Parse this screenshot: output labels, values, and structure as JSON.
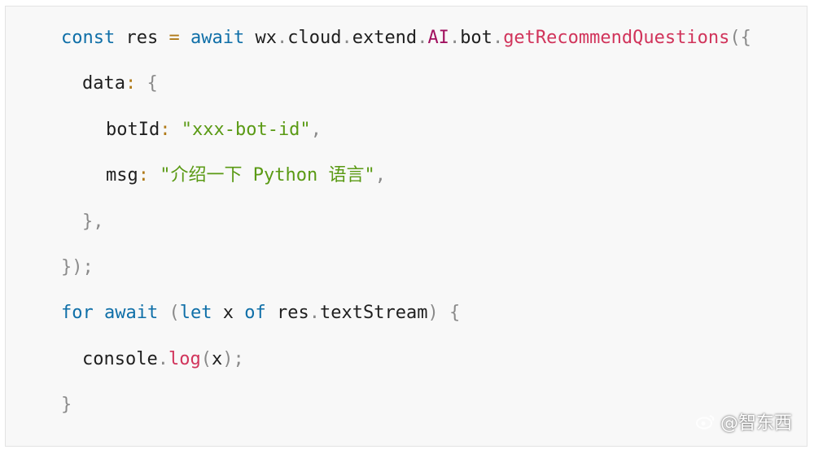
{
  "code": {
    "language": "javascript",
    "lines": [
      {
        "tokens": [
          {
            "t": "const",
            "c": "kw"
          },
          {
            "t": " ",
            "c": "id"
          },
          {
            "t": "res",
            "c": "id"
          },
          {
            "t": " ",
            "c": "id"
          },
          {
            "t": "=",
            "c": "op"
          },
          {
            "t": " ",
            "c": "id"
          },
          {
            "t": "await",
            "c": "kw"
          },
          {
            "t": " ",
            "c": "id"
          },
          {
            "t": "wx",
            "c": "id"
          },
          {
            "t": ".",
            "c": "pun"
          },
          {
            "t": "cloud",
            "c": "id"
          },
          {
            "t": ".",
            "c": "pun"
          },
          {
            "t": "extend",
            "c": "id"
          },
          {
            "t": ".",
            "c": "pun"
          },
          {
            "t": "AI",
            "c": "obj"
          },
          {
            "t": ".",
            "c": "pun"
          },
          {
            "t": "bot",
            "c": "id"
          },
          {
            "t": ".",
            "c": "pun"
          },
          {
            "t": "getRecommendQuestions",
            "c": "fn"
          },
          {
            "t": "({",
            "c": "pun"
          }
        ]
      },
      {
        "tokens": [
          {
            "t": "data",
            "c": "id"
          },
          {
            "t": ":",
            "c": "op"
          },
          {
            "t": " ",
            "c": "id"
          },
          {
            "t": "{",
            "c": "pun"
          }
        ]
      },
      {
        "tokens": [
          {
            "t": "botId",
            "c": "id"
          },
          {
            "t": ":",
            "c": "op"
          },
          {
            "t": " ",
            "c": "id"
          },
          {
            "t": "\"xxx-bot-id\"",
            "c": "str"
          },
          {
            "t": ",",
            "c": "pun"
          }
        ]
      },
      {
        "tokens": [
          {
            "t": "msg",
            "c": "id"
          },
          {
            "t": ":",
            "c": "op"
          },
          {
            "t": " ",
            "c": "id"
          },
          {
            "t": "\"介绍一下 Python 语言\"",
            "c": "str"
          },
          {
            "t": ",",
            "c": "pun"
          }
        ]
      },
      {
        "tokens": [
          {
            "t": "},",
            "c": "pun"
          }
        ]
      },
      {
        "tokens": [
          {
            "t": "});",
            "c": "pun"
          }
        ]
      },
      {
        "tokens": [
          {
            "t": "for",
            "c": "kw"
          },
          {
            "t": " ",
            "c": "id"
          },
          {
            "t": "await",
            "c": "kw"
          },
          {
            "t": " ",
            "c": "id"
          },
          {
            "t": "(",
            "c": "pun"
          },
          {
            "t": "let",
            "c": "kw"
          },
          {
            "t": " ",
            "c": "id"
          },
          {
            "t": "x",
            "c": "id"
          },
          {
            "t": " ",
            "c": "id"
          },
          {
            "t": "of",
            "c": "kw"
          },
          {
            "t": " ",
            "c": "id"
          },
          {
            "t": "res",
            "c": "id"
          },
          {
            "t": ".",
            "c": "pun"
          },
          {
            "t": "textStream",
            "c": "id"
          },
          {
            "t": ")",
            "c": "pun"
          },
          {
            "t": " ",
            "c": "id"
          },
          {
            "t": "{",
            "c": "pun"
          }
        ]
      },
      {
        "tokens": [
          {
            "t": "console",
            "c": "id"
          },
          {
            "t": ".",
            "c": "pun"
          },
          {
            "t": "log",
            "c": "fn"
          },
          {
            "t": "(",
            "c": "pun"
          },
          {
            "t": "x",
            "c": "id"
          },
          {
            "t": ");",
            "c": "pun"
          }
        ]
      },
      {
        "tokens": [
          {
            "t": "}",
            "c": "pun"
          }
        ]
      }
    ]
  },
  "colors": {
    "keyword": "#0f6fa8",
    "function": "#d1345b",
    "object": "#a1115f",
    "string": "#5a9a14",
    "operator": "#b07a18",
    "punctuation": "#8a8a8a",
    "identifier": "#1f1f1f",
    "background": "#f8f8f8"
  },
  "watermark": {
    "icon": "weibo-logo-icon",
    "text": "@智东西"
  }
}
